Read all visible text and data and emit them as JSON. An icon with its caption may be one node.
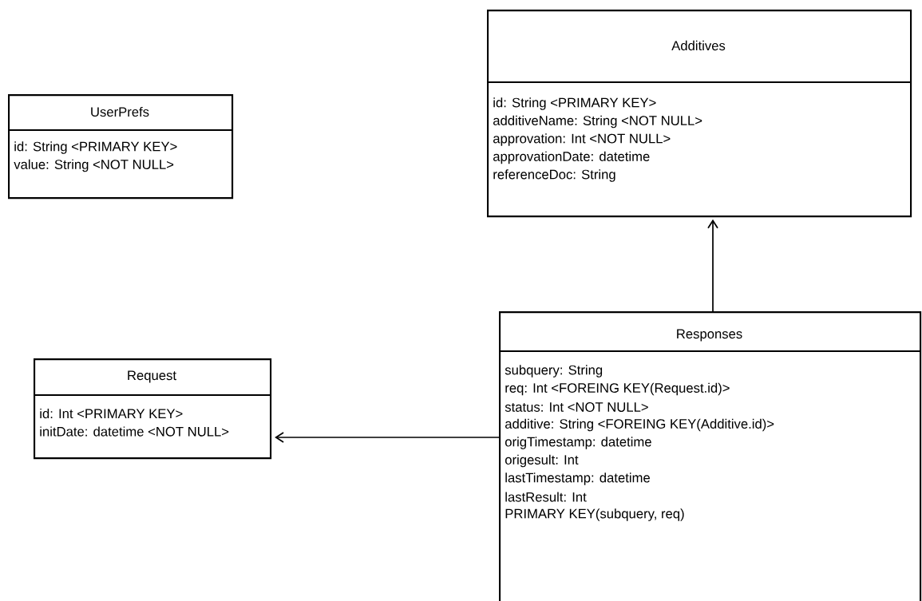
{
  "diagram": {
    "nodes": [
      {
        "text": [
          "UserPrefs",
          "id: String <PRIMARY KEY>",
          "value: String <NOT NULL>"
        ]
      },
      {
        "text": [
          "Additives",
          "id: String <PRIMARY KEY>",
          "additiveName: String <NOT NULL>",
          "approvation: Int <NOT NULL>",
          "approvationDate: datetime",
          "referenceDoc: String"
        ]
      },
      {
        "text": [
          "Request",
          "id: Int <PRIMARY KEY>",
          "initDate: datetime <NOT NULL>"
        ]
      },
      {
        "text": [
          "Responses",
          "subquery: String",
          "req: Int <FOREING KEY(Request.id)>",
          "status: Int <NOT NULL>",
          "additive: String <FOREING KEY(Additive.id)>",
          "origTimestamp: datetime",
          "origesult: Int",
          "lastTimestamp: datetime",
          "lastResult: Int",
          "PRIMARY KEY(subquery, req)"
        ]
      }
    ],
    "edges": [
      {
        "from": 3,
        "to": 1,
        "arrow": "to"
      },
      {
        "from": 3,
        "to": 2,
        "arrow": "to"
      }
    ]
  }
}
